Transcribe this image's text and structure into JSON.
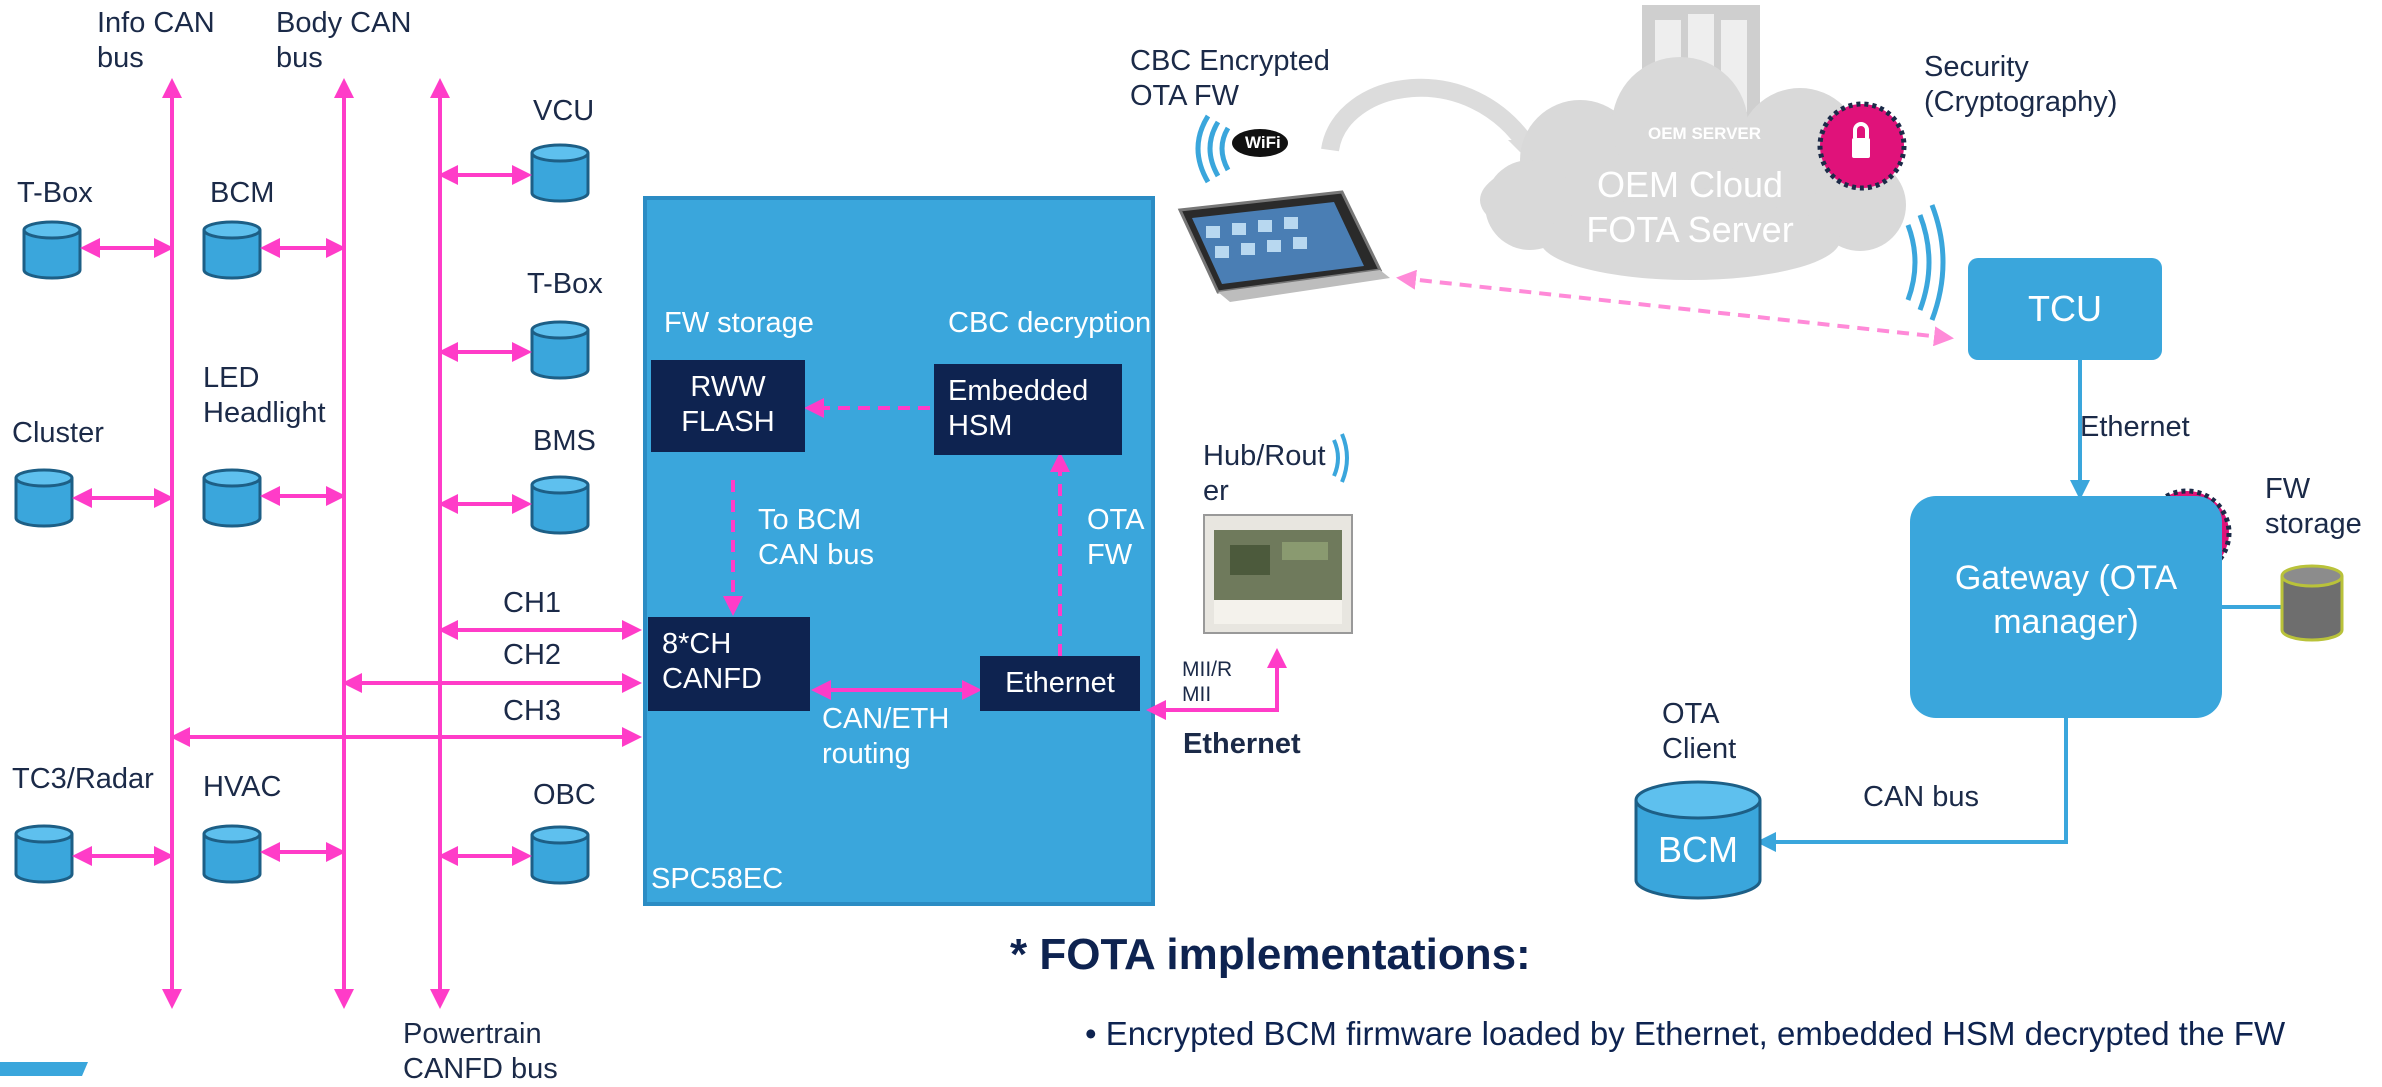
{
  "colors": {
    "bus": "#ff3cc8",
    "soc": "#3aa6dc",
    "navy": "#0e2350",
    "ecu": "#3aa6dc",
    "link": "#3aa6dc"
  },
  "buses": {
    "info": "Info CAN\nbus",
    "body": "Body CAN\nbus",
    "powertrain": "Powertrain\nCANFD bus"
  },
  "ecus": {
    "tbox_left": "T-Box",
    "bcm": "BCM",
    "cluster": "Cluster",
    "led": "LED\nHeadlight",
    "tc3": "TC3/Radar",
    "hvac": "HVAC",
    "vcu": "VCU",
    "tbox_right": "T-Box",
    "bms": "BMS",
    "obc": "OBC"
  },
  "channels": [
    "CH1",
    "CH2",
    "CH3"
  ],
  "soc": {
    "name": "SPC58EC",
    "fw_storage": "FW storage",
    "cbc_decryption": "CBC decryption",
    "rww_flash": "RWW\nFLASH",
    "embedded_hsm": "Embedded\nHSM",
    "to_bcm": "To BCM\nCAN bus",
    "ota_fw": "OTA\nFW",
    "canfd": "8*CH\nCANFD",
    "ethernet": "Ethernet",
    "can_eth_routing": "CAN/ETH\nrouting"
  },
  "network": {
    "cbc_encrypted": "CBC Encrypted\nOTA FW",
    "wifi": "WiFi",
    "oem_server": "OEM SERVER",
    "oem_cloud": "OEM Cloud\nFOTA Server",
    "security": "Security\n(Cryptography)",
    "tcu": "TCU",
    "ethernet_link": "Ethernet",
    "hub_router": "Hub/Rout\ner",
    "mii": "MII/R\nMII",
    "ethernet_bold": "Ethernet",
    "fw_storage": "FW\nstorage",
    "gateway": "Gateway (OTA\nmanager)",
    "ota_client": "OTA\nClient",
    "can_bus": "CAN bus",
    "bcm": "BCM"
  },
  "notes": {
    "heading": "* FOTA implementations:",
    "bullet": "•  Encrypted BCM firmware loaded by Ethernet, embedded HSM decrypted the FW"
  }
}
